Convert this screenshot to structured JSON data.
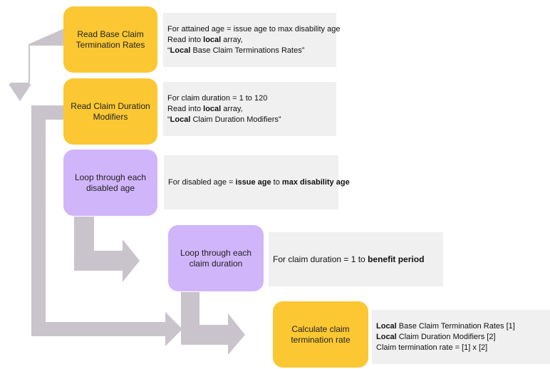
{
  "colors": {
    "yellow_box": "#fbc833",
    "purple_box": "#d1b5fb",
    "note_bg": "#f0f0f0",
    "arrow": "#c9c3cc"
  },
  "steps": [
    {
      "line1": "Read Base Claim",
      "line2": "Termination Rates"
    },
    {
      "line1": "Read Claim Duration",
      "line2": "Modifiers"
    },
    {
      "line1": "Loop through each",
      "line2": "disabled age"
    },
    {
      "line1": "Loop through each",
      "line2": "claim duration"
    },
    {
      "line1": "Calculate claim",
      "line2": "termination rate"
    }
  ],
  "notes": {
    "base_rates": {
      "line1": "For attained  age = issue age to max disability age",
      "line2_pre": "Read into ",
      "line2_bold": "local",
      "line2_post": " array,",
      "line3_pre": "“",
      "line3_bold": "Local",
      "line3_post": " Base Claim Terminations Rates”"
    },
    "duration_modifiers": {
      "line1": "For claim duration  = 1 to 120",
      "line2_pre": "Read into ",
      "line2_bold": "local",
      "line2_post": " array,",
      "line3_pre": "“",
      "line3_bold": "Local",
      "line3_post": " Claim Duration Modifiers”"
    },
    "disabled_age": {
      "pre": "For disabled  age = ",
      "bold1": "issue age",
      "mid": " to ",
      "bold2": "max disability age"
    },
    "claim_duration": {
      "pre": "For claim  duration  = 1 to ",
      "bold": "benefit period"
    },
    "calc": {
      "line1_bold": "Local",
      "line1_post": " Base Claim Termination Rates [1]",
      "line2_bold": "Local",
      "line2_post": " Claim Duration Modifiers [2]",
      "line3": "Claim termination rate  = [1] x [2]"
    }
  }
}
